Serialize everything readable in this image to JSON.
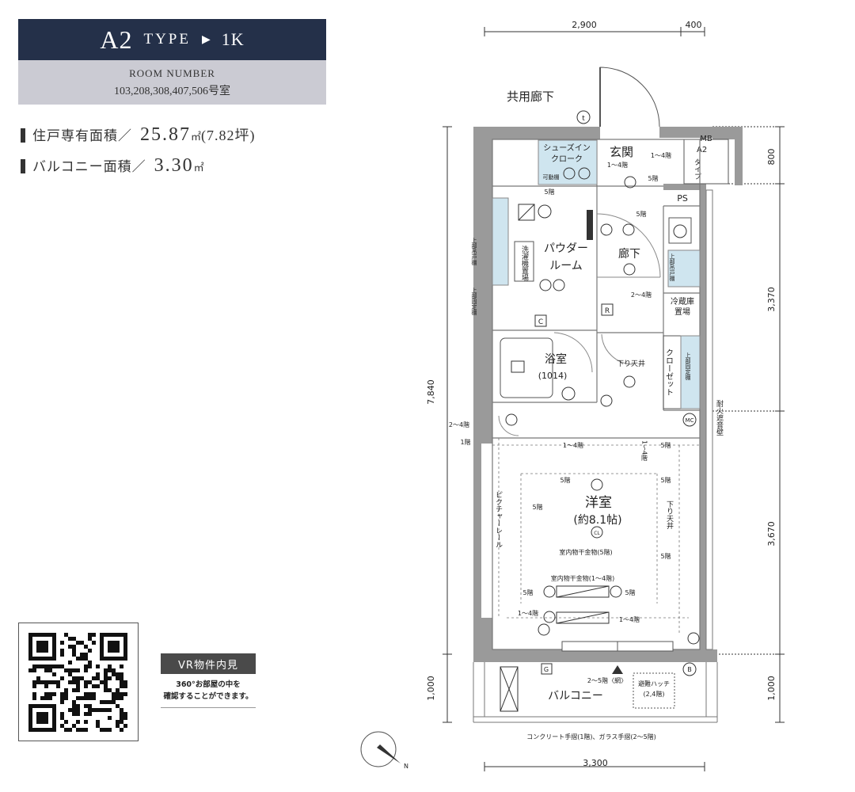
{
  "header": {
    "type_code": "A2",
    "type_word": "TYPE",
    "arrow": "▶",
    "layout": "1K"
  },
  "room_numbers": {
    "label": "ROOM NUMBER",
    "list": "103,208,308,407,506号室"
  },
  "areas": {
    "private_label": "住戸専有面積／",
    "private_value": "25.87",
    "private_unit": "㎡",
    "private_tsubo": "(7.82坪)",
    "balcony_label": "バルコニー面積／",
    "balcony_value": "3.30",
    "balcony_unit": "㎡"
  },
  "vr": {
    "title": "VR物件内見",
    "desc_1": "360°お部屋の中を",
    "desc_2": "確認することができます。"
  },
  "plan": {
    "dim_top_1": "2,900",
    "dim_top_2": "400",
    "dim_right_1": "800",
    "dim_right_2": "3,370",
    "dim_right_3": "3,670",
    "dim_right_4": "1,000",
    "dim_left": "7,840",
    "dim_left_2": "1,000",
    "dim_bottom": "3,300",
    "common_corridor": "共用廊下",
    "mb": "MB",
    "mb_sub": "A2",
    "mb_sub2": "タイプ",
    "ps": "PS",
    "entrance": "玄関",
    "sic_1": "シューズイン",
    "sic_2": "クローク",
    "kadou": "可動棚",
    "powder_1": "パウダー",
    "powder_2": "ルーム",
    "laundry": "洗濯機置場",
    "hallway": "廊下",
    "fridge_1": "冷蔵庫",
    "fridge_2": "置場",
    "bath": "浴室",
    "bath_size": "(1014)",
    "closet": "クローゼット",
    "upper_fixed": "上部固定棚",
    "upper_hanging": "上部吊戸棚",
    "upper_fixed_left": "上部固定棚",
    "ceiling_down": "下り天井",
    "ceiling_down_2": "下り天井",
    "western": "洋室",
    "western_size": "(約8.1帖)",
    "picture_rail": "ピクチャーレール",
    "fireproof": "耐火遮音壁",
    "dry_5": "室内物干金物(5階)",
    "dry_14": "室内物干金物(1～4階)",
    "balcony": "バルコニー",
    "hatch_1": "避難ハッチ",
    "hatch_2": "(2,4階)",
    "net": "2～5階〈網〉",
    "handrail": "コンクリート手摺(1階)、ガラス手摺(2～5階)",
    "f_1_4": "1～4階",
    "f_5": "5階",
    "f_2_4": "2～4階",
    "f_1": "1階",
    "f_1_4_v": "1～4階",
    "mc": "MC",
    "cl": "CL"
  }
}
